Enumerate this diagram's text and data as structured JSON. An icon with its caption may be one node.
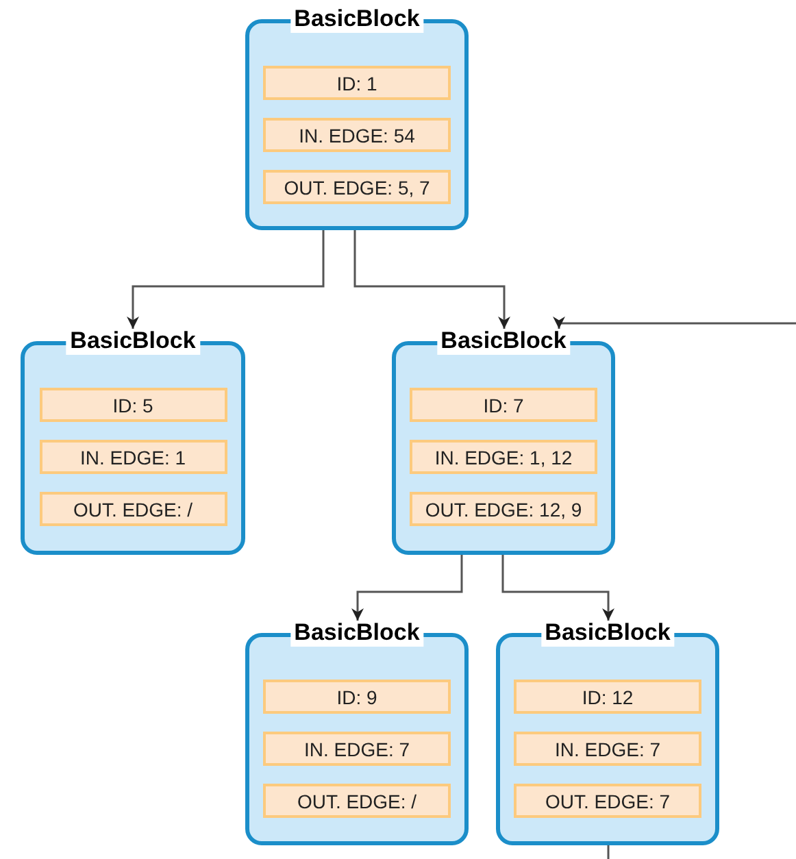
{
  "diagram": {
    "nodes": [
      {
        "text": [
          "BasicBlock"
        ]
      },
      {
        "text": [
          "ID: 1"
        ],
        "in": 0
      },
      {
        "text": [
          "IN. EDGE: 54"
        ],
        "in": 0
      },
      {
        "text": [
          "OUT. EDGE: 5, 7"
        ],
        "in": 0
      },
      {
        "text": [
          "BasicBlock"
        ]
      },
      {
        "text": [
          "ID: 5"
        ],
        "in": 4
      },
      {
        "text": [
          "IN. EDGE: 1"
        ],
        "in": 4
      },
      {
        "text": [
          "OUT. EDGE: /"
        ],
        "in": 4
      },
      {
        "text": [
          "BasicBlock"
        ]
      },
      {
        "text": [
          "ID: 7"
        ],
        "in": 8
      },
      {
        "text": [
          "IN. EDGE: 1, 12"
        ],
        "in": 8
      },
      {
        "text": [
          "OUT. EDGE: 12, 9"
        ],
        "in": 8
      },
      {
        "text": [
          "BasicBlock"
        ]
      },
      {
        "text": [
          "ID: 9"
        ],
        "in": 12
      },
      {
        "text": [
          "IN. EDGE: 7"
        ],
        "in": 12
      },
      {
        "text": [
          "OUT. EDGE: /"
        ],
        "in": 12
      },
      {
        "text": [
          "BasicBlock"
        ]
      },
      {
        "text": [
          "ID: 12"
        ],
        "in": 16
      },
      {
        "text": [
          "IN. EDGE: 7"
        ],
        "in": 16
      },
      {
        "text": [
          "OUT. EDGE: 7"
        ],
        "in": 16
      }
    ],
    "edges": [
      {
        "from": 0,
        "to": 4,
        "arrow": "to"
      },
      {
        "from": 0,
        "to": 8,
        "arrow": "to"
      },
      {
        "from": null,
        "to": 8,
        "arrow": "to"
      },
      {
        "from": 8,
        "to": 12,
        "arrow": "to"
      },
      {
        "from": 8,
        "to": 16,
        "arrow": "to"
      },
      {
        "from": 16,
        "to": null,
        "arrow": "none"
      }
    ]
  }
}
